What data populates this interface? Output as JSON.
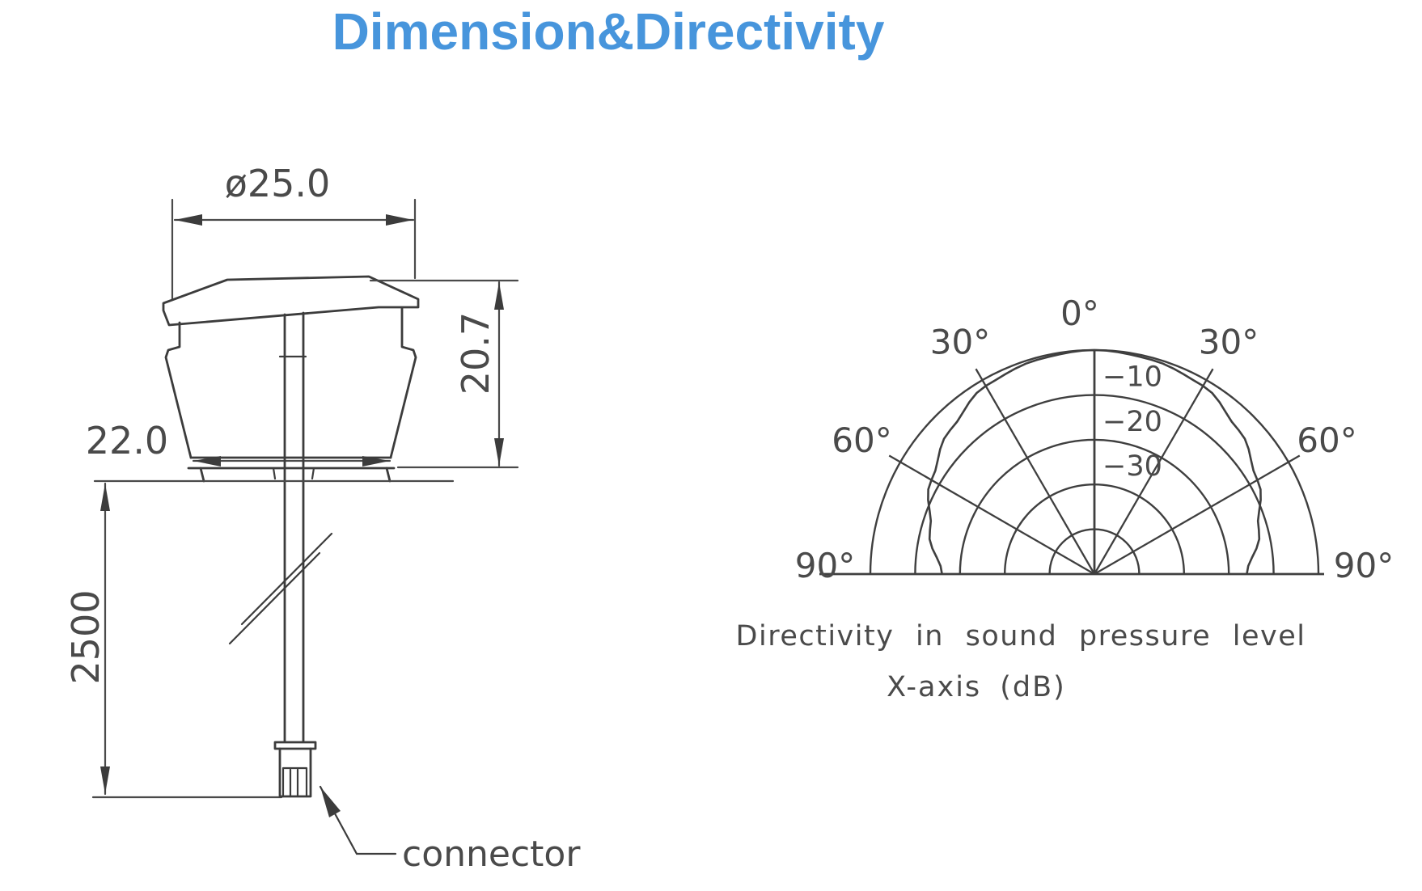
{
  "page": {
    "title": "Dimension&Directivity",
    "title_color": "#4795dc",
    "background": "#ffffff",
    "line_color": "#3c3c3c",
    "label_color": "#4a4a4a"
  },
  "dimension_drawing": {
    "diameter_label": "ø25.0",
    "height_label": "20.7",
    "bottom_width_label": "22.0",
    "cable_length_label": "2500",
    "connector_label": "connector"
  },
  "chart_data": {
    "type": "polar",
    "title": "Directivity in sound pressure level",
    "subtitle": "X-axis  (dB)",
    "unit": "dB",
    "angle_label_values": [
      -90,
      -60,
      -30,
      0,
      30,
      60,
      90
    ],
    "angle_labels": [
      "90°",
      "60°",
      "30°",
      "0°",
      "30°",
      "60°",
      "90°"
    ],
    "grid_radial_lines_deg": [
      -60,
      -30,
      30,
      60
    ],
    "db_circles": [
      0,
      -10,
      -20,
      -30,
      -40
    ],
    "db_axis_labels": [
      {
        "db": -10,
        "label": "−10"
      },
      {
        "db": -20,
        "label": "−20"
      },
      {
        "db": -30,
        "label": "−30"
      }
    ],
    "db_at_center": -50,
    "series": [
      {
        "name": "SPL directivity X-axis",
        "angles_deg": [
          -90,
          -75,
          -60,
          -45,
          -30,
          -15,
          0,
          15,
          30,
          45,
          60,
          75,
          90
        ],
        "spl_db": [
          -16,
          -12,
          -8,
          -4.5,
          -1.5,
          -0.5,
          0,
          -0.5,
          -1.5,
          -4.5,
          -8,
          -12,
          -16
        ]
      }
    ]
  }
}
